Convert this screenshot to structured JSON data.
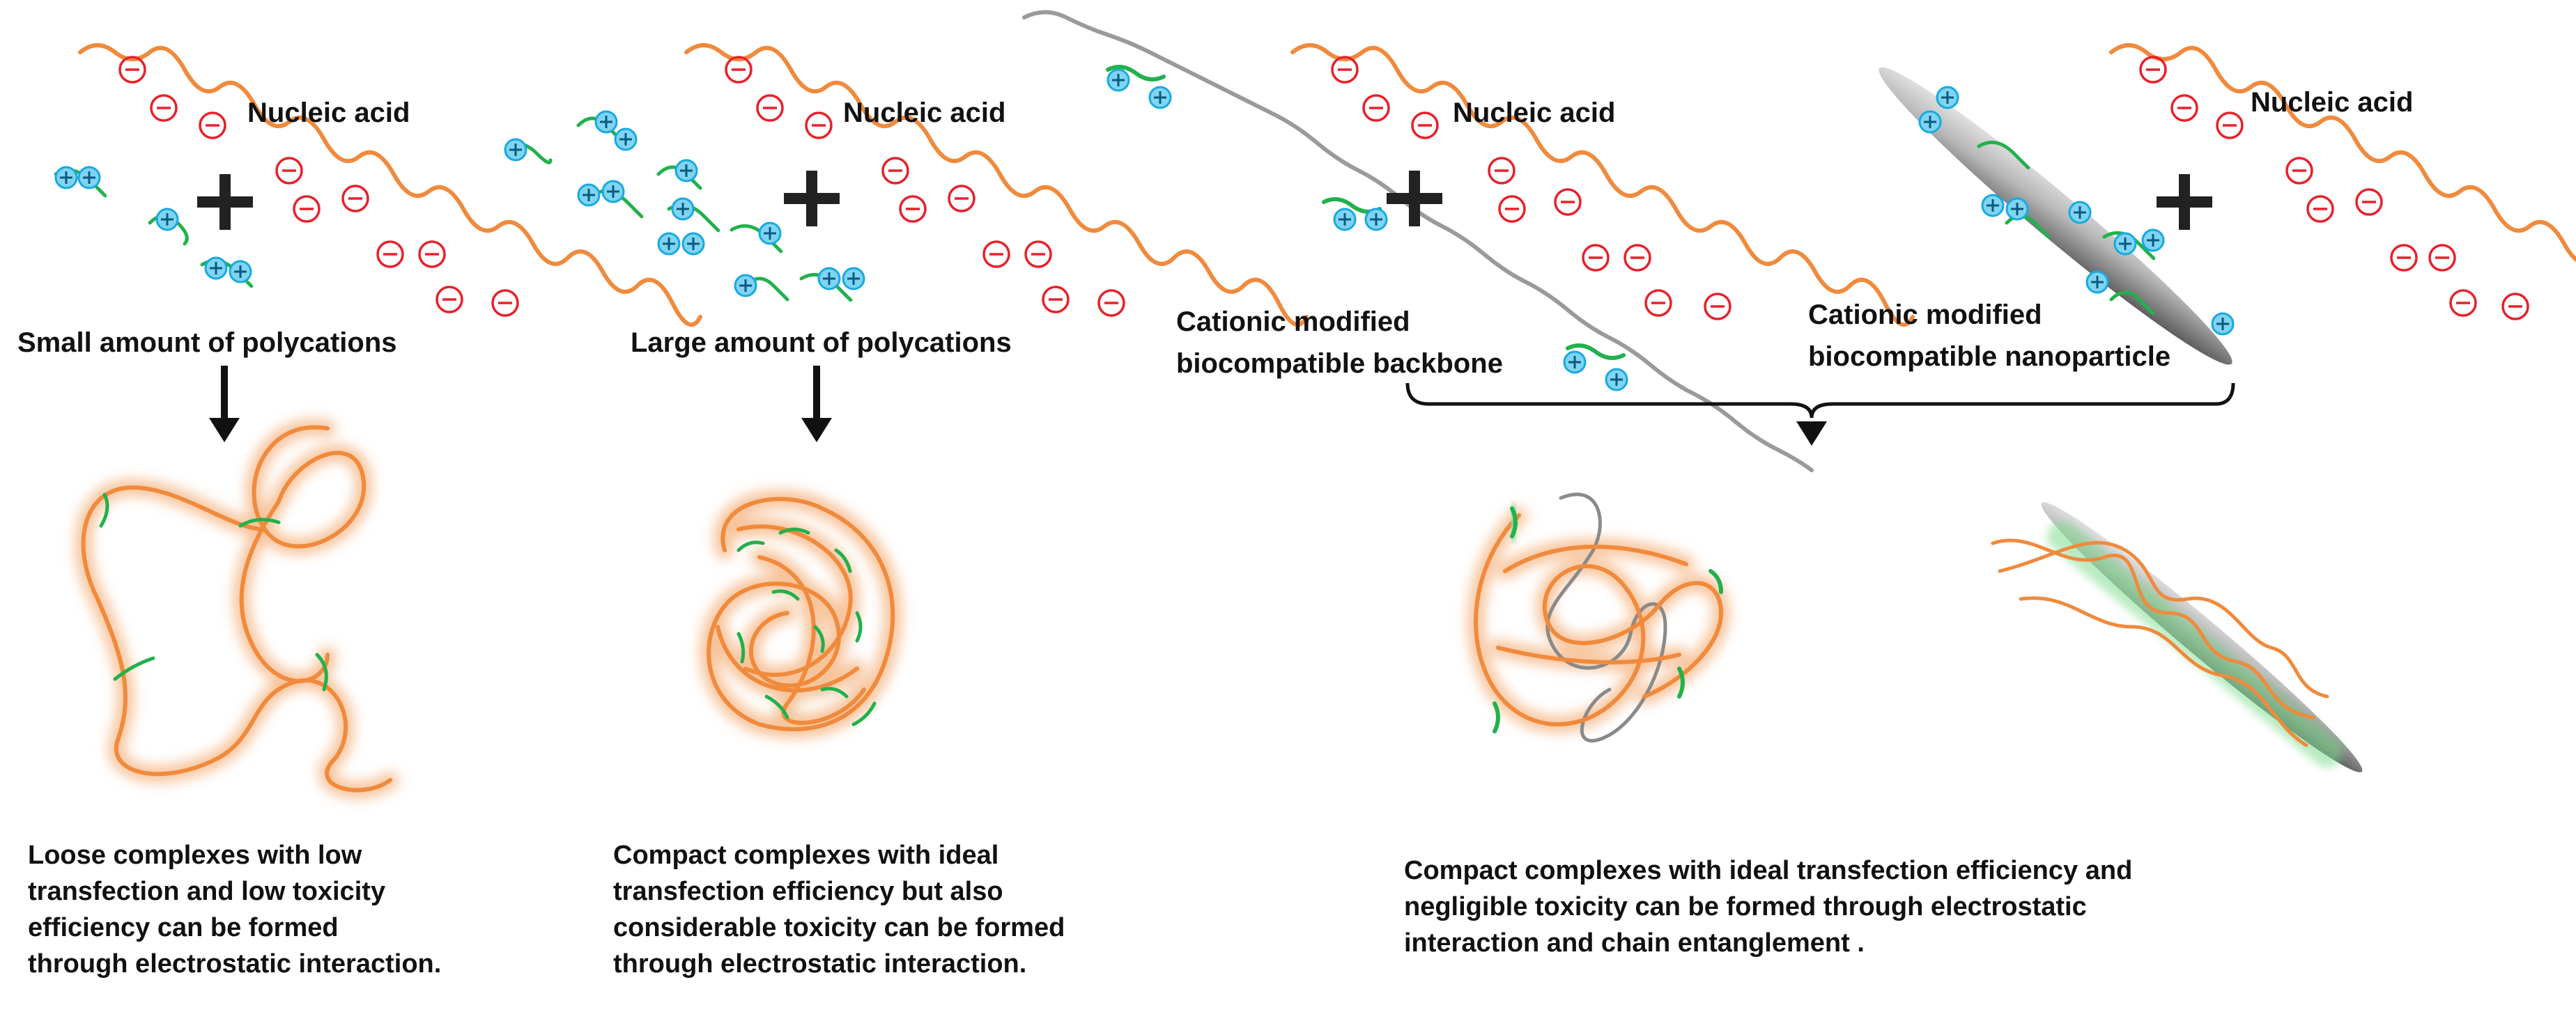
{
  "labels": {
    "nucleic_acid": "Nucleic acid",
    "small_amount": "Small amount of polycations",
    "large_amount": "Large amount of polycations",
    "cationic_modified": "Cationic modified",
    "backbone": "biocompatible backbone",
    "nanoparticle": "biocompatible nanoparticle"
  },
  "captions": {
    "loose": [
      "Loose complexes with low",
      "transfection and low toxicity",
      "efficiency can be formed",
      "through electrostatic interaction."
    ],
    "compact_toxic": [
      "Compact complexes with ideal",
      "transfection efficiency but also",
      "considerable toxicity can be formed",
      "through electrostatic interaction."
    ],
    "compact_ideal": [
      "Compact complexes with ideal transfection efficiency and",
      "negligible toxicity can be formed through electrostatic",
      "interaction and chain entanglement ."
    ]
  },
  "symbols": {
    "plus": "+",
    "positive_charge": "+",
    "negative_charge": "−"
  },
  "colors": {
    "nucleic_acid": "#f08a3c",
    "nucleic_glow": "#f7c39a",
    "polycation": "#22b14c",
    "positive": "#18a9e0",
    "negative": "#e8202a",
    "backbone": "#8a8a8a",
    "arrow": "#111111"
  }
}
